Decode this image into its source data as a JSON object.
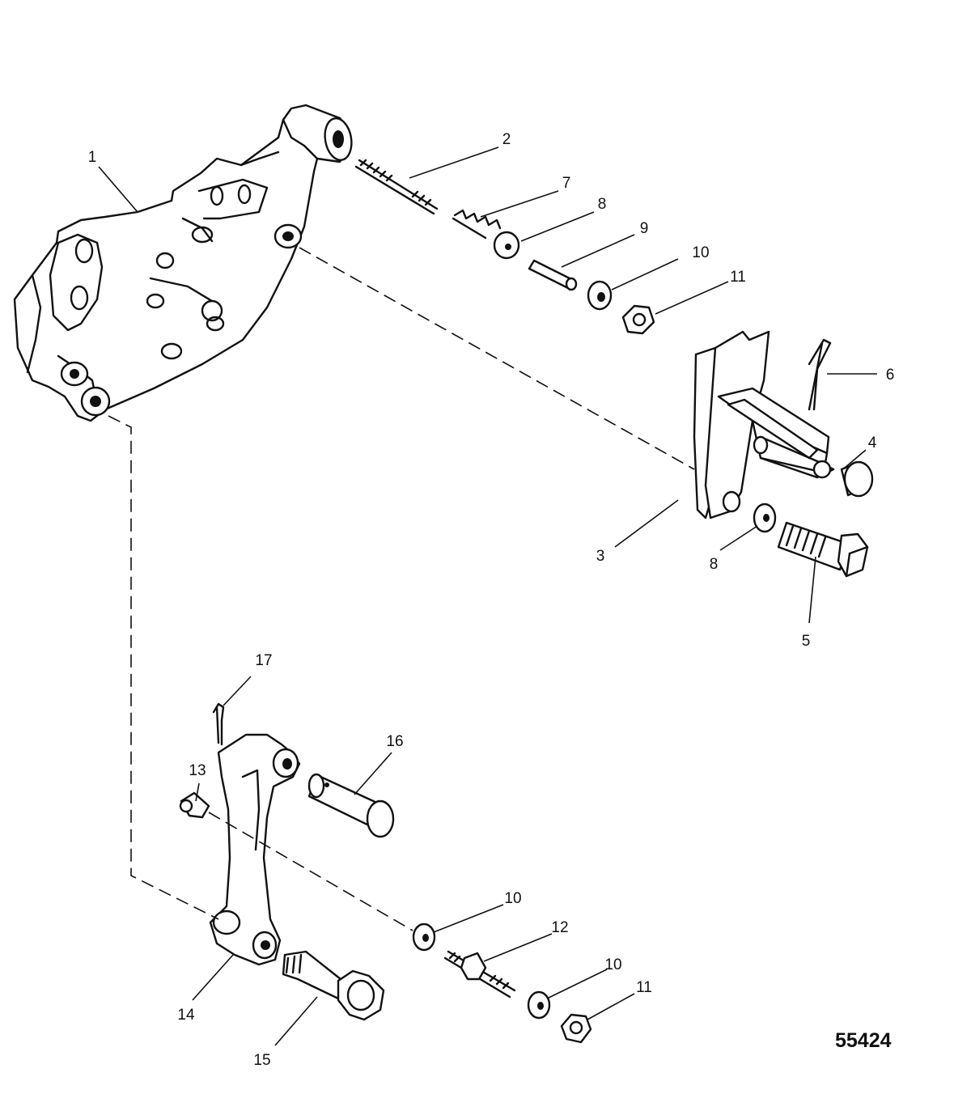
{
  "diagram": {
    "reference_number": "55424",
    "callouts": [
      {
        "id": "c1",
        "text": "1"
      },
      {
        "id": "c2",
        "text": "2"
      },
      {
        "id": "c3",
        "text": "3"
      },
      {
        "id": "c4",
        "text": "4"
      },
      {
        "id": "c5",
        "text": "5"
      },
      {
        "id": "c6",
        "text": "6"
      },
      {
        "id": "c7",
        "text": "7"
      },
      {
        "id": "c8a",
        "text": "8"
      },
      {
        "id": "c8b",
        "text": "8"
      },
      {
        "id": "c9",
        "text": "9"
      },
      {
        "id": "c10a",
        "text": "10"
      },
      {
        "id": "c10b",
        "text": "10"
      },
      {
        "id": "c10c",
        "text": "10"
      },
      {
        "id": "c11a",
        "text": "11"
      },
      {
        "id": "c11b",
        "text": "11"
      },
      {
        "id": "c12",
        "text": "12"
      },
      {
        "id": "c13",
        "text": "13"
      },
      {
        "id": "c14",
        "text": "14"
      },
      {
        "id": "c15",
        "text": "15"
      },
      {
        "id": "c16",
        "text": "16"
      },
      {
        "id": "c17",
        "text": "17"
      }
    ]
  }
}
